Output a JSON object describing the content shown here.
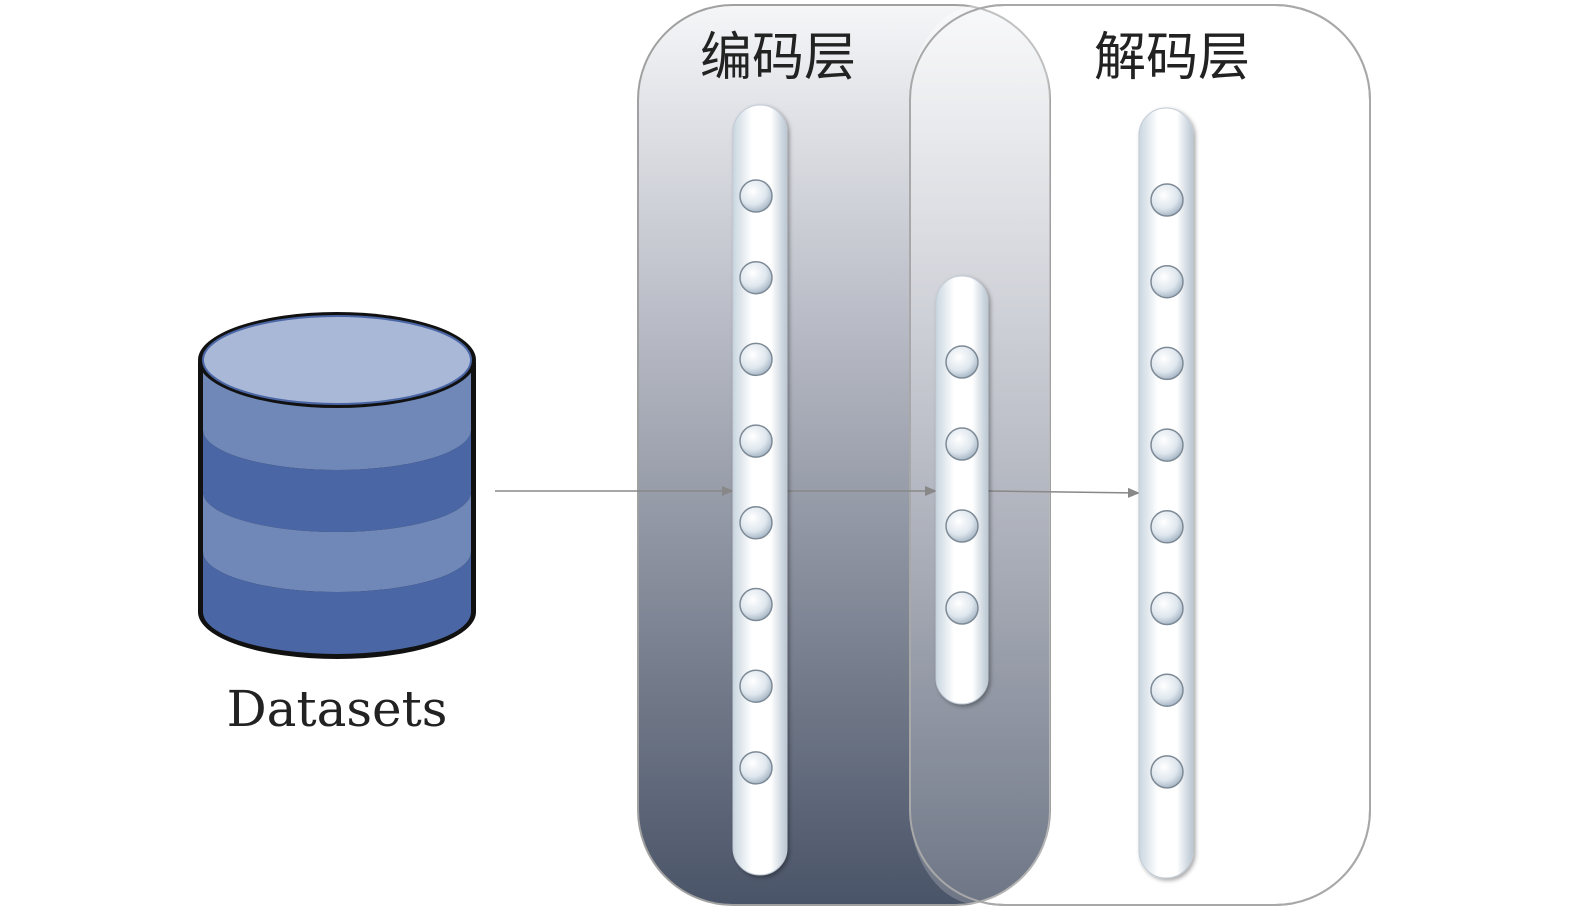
{
  "diagram": {
    "datasets_label": "Datasets",
    "encoder_label": "编码层",
    "decoder_label": "解码层",
    "encoder_input_nodes": 8,
    "bottleneck_nodes": 4,
    "decoder_output_nodes": 8,
    "colors": {
      "db_top": "#aab8d8",
      "db_band_light": "#6f88b8",
      "db_band_dark": "#4a66a5",
      "db_outline": "#111111",
      "arrow": "#888888",
      "encoder_gradient_top": "#f4f5f7",
      "encoder_gradient_bottom": "#4a5468"
    }
  }
}
